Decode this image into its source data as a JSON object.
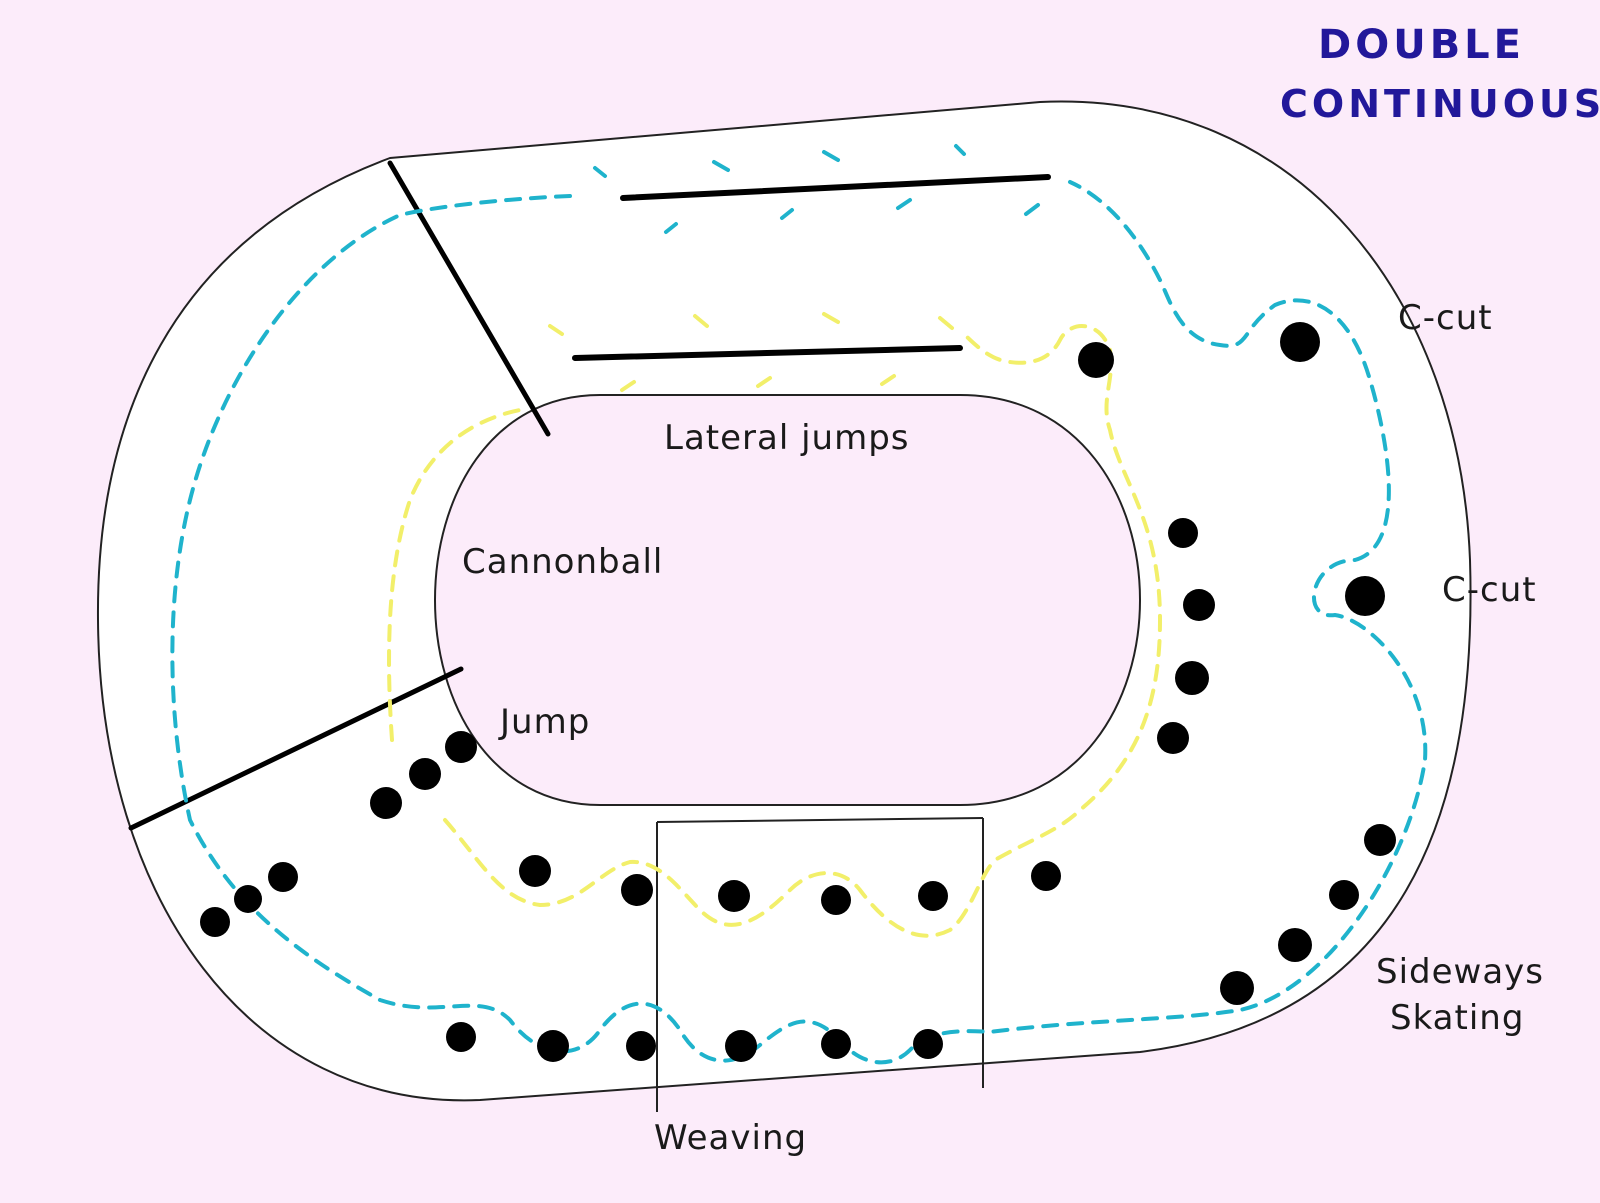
{
  "title": {
    "line1": "DOUBLE",
    "line2": "CONTINUOUS"
  },
  "stations": {
    "lateral_jumps": "Lateral jumps",
    "cannonball": "Cannonball",
    "jump": "Jump",
    "weaving": "Weaving",
    "c_cut_upper": "C-cut",
    "c_cut_lower": "C-cut",
    "sideways_line1": "Sideways",
    "sideways_line2": "Skating"
  },
  "colors": {
    "background": "#fcecfa",
    "rink": "#ffffff",
    "outer_path": "#1fb3cc",
    "inner_path": "#f2ef6a",
    "title": "#22189a",
    "cones": "#000000"
  }
}
